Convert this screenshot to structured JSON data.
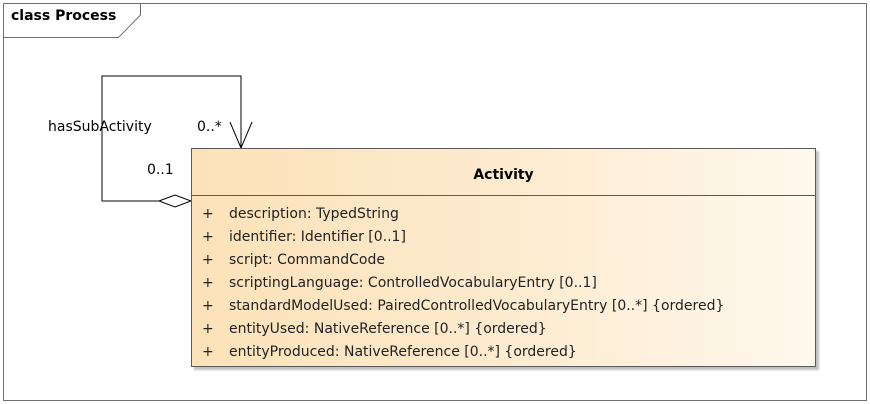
{
  "frame": {
    "title": "class Process"
  },
  "association": {
    "name": "hasSubActivity",
    "target_multiplicity": "0..*",
    "source_multiplicity": "0..1"
  },
  "class": {
    "name": "Activity",
    "attributes": [
      {
        "visibility": "+",
        "text": "description: TypedString"
      },
      {
        "visibility": "+",
        "text": "identifier: Identifier [0..1]"
      },
      {
        "visibility": "+",
        "text": "script: CommandCode"
      },
      {
        "visibility": "+",
        "text": "scriptingLanguage: ControlledVocabularyEntry [0..1]"
      },
      {
        "visibility": "+",
        "text": "standardModelUsed: PairedControlledVocabularyEntry [0..*] {ordered}"
      },
      {
        "visibility": "+",
        "text": "entityUsed: NativeReference [0..*] {ordered}"
      },
      {
        "visibility": "+",
        "text": "entityProduced: NativeReference [0..*] {ordered}"
      }
    ]
  }
}
